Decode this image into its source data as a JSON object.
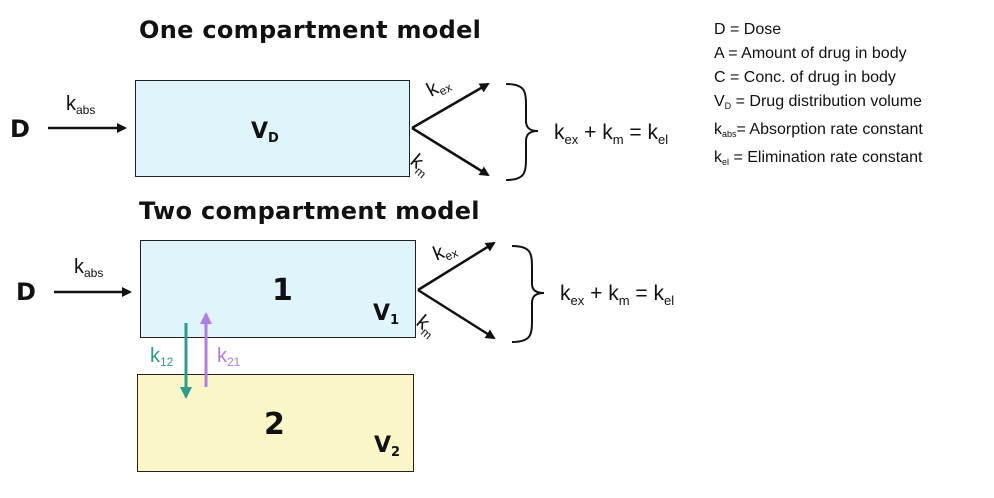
{
  "titles": {
    "one": "One compartment model",
    "two": "Two compartment model"
  },
  "one_compartment": {
    "dose": "D",
    "k_abs": {
      "base": "k",
      "sub": "abs"
    },
    "box_label": {
      "base": "V",
      "sub": "D"
    },
    "k_ex": "k-ex",
    "k_m": "k-m",
    "equation": {
      "a": "k",
      "a_sub": "ex",
      "plus": "+",
      "b": "k",
      "b_sub": "m",
      "eq": "=",
      "c": "k",
      "c_sub": "el"
    }
  },
  "two_compartment": {
    "dose": "D",
    "k_abs": {
      "base": "k",
      "sub": "abs"
    },
    "box1_label": "1",
    "box1_volume": {
      "base": "V",
      "sub": "1"
    },
    "box2_label": "2",
    "box2_volume": {
      "base": "V",
      "sub": "2"
    },
    "k12": {
      "base": "k",
      "sub": "12"
    },
    "k21": {
      "base": "k",
      "sub": "21"
    },
    "k_ex": "k-ex",
    "k_m": "k-m",
    "equation": {
      "a": "k",
      "a_sub": "ex",
      "plus": "+",
      "b": "k",
      "b_sub": "m",
      "eq": "=",
      "c": "k",
      "c_sub": "el"
    }
  },
  "legend": [
    {
      "sym": "D",
      "sub": "",
      "text": " = Dose"
    },
    {
      "sym": "A",
      "sub": "",
      "text": " = Amount of drug in body"
    },
    {
      "sym": "C",
      "sub": "",
      "text": " = Conc. of drug in body"
    },
    {
      "sym": "V",
      "sub": "D",
      "text": " = Drug distribution volume"
    },
    {
      "sym": "k",
      "sub": "abs",
      "text": "= Absorption rate constant"
    },
    {
      "sym": "k",
      "sub": "el",
      "text": " = Elimination rate constant"
    }
  ],
  "colors": {
    "compartment_blue": "#dff4fb",
    "compartment_yellow": "#fbf6c7",
    "k12_teal": "#2a9d8f",
    "k21_purple": "#b07ce8"
  }
}
